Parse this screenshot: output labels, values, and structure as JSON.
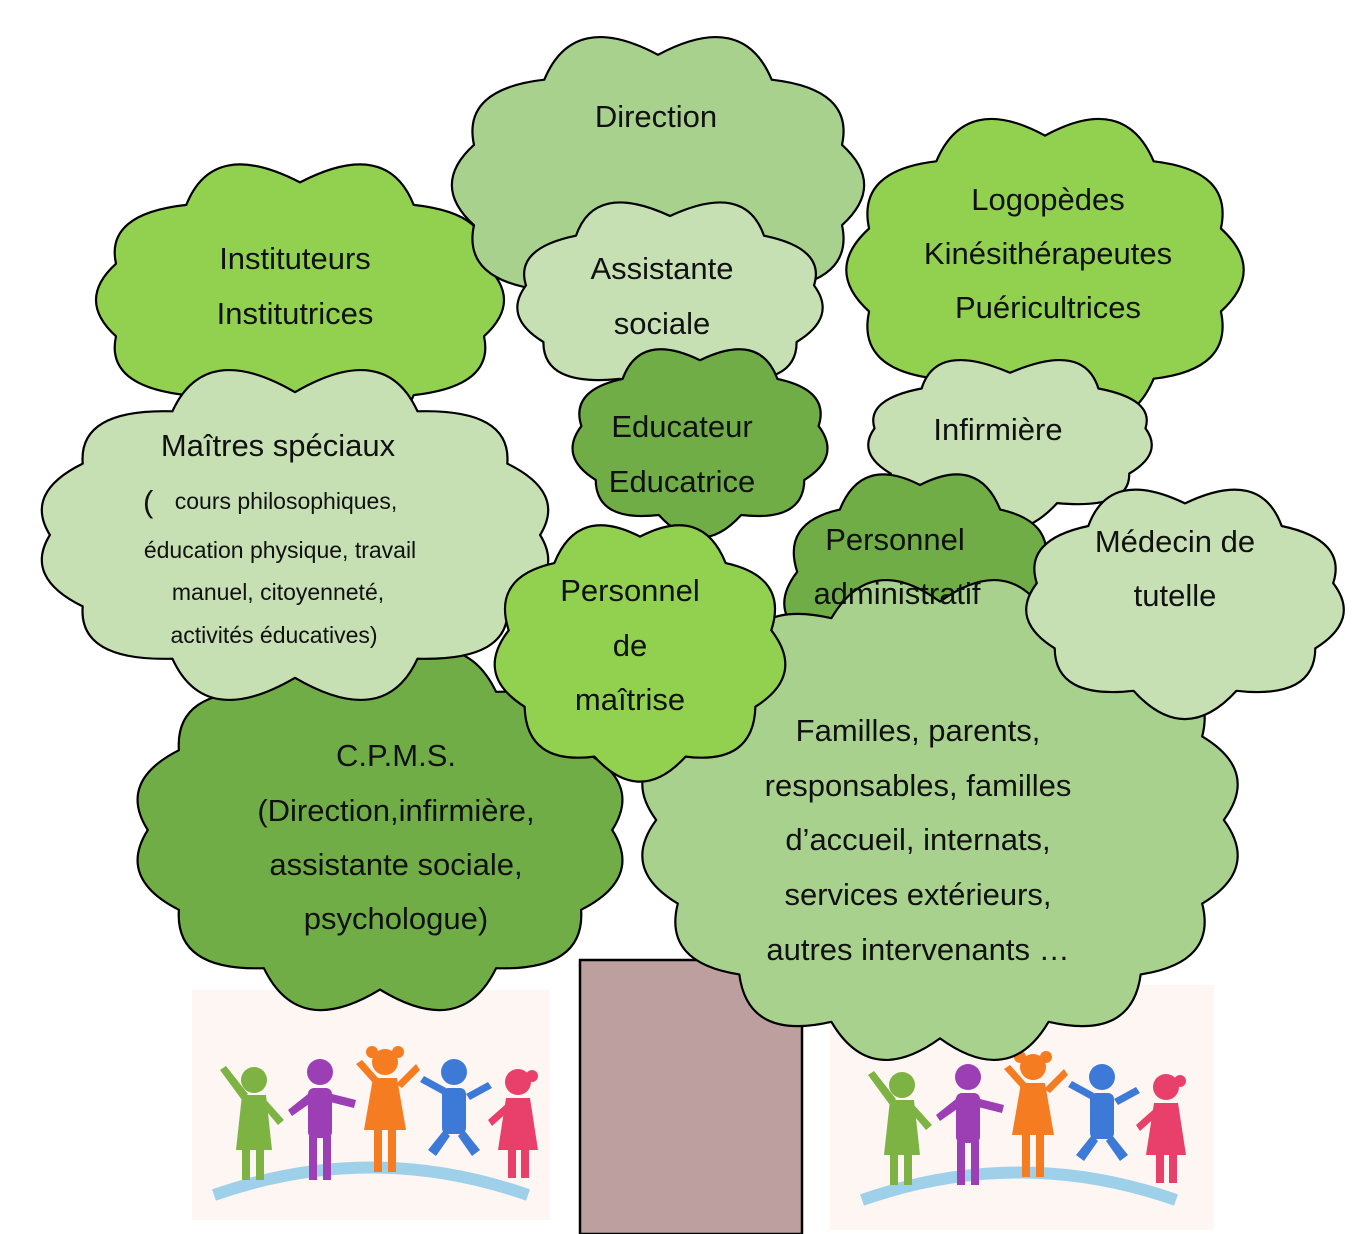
{
  "colors": {
    "light": "#c6e0b4",
    "medium": "#a9d18e",
    "bright": "#92d050",
    "dark": "#70ad47",
    "trunk": "#be9fa0",
    "outline": "#000000"
  },
  "clouds": {
    "direction": {
      "lines": [
        "Direction"
      ]
    },
    "instituteurs": {
      "lines": [
        "Instituteurs",
        "Institutrices"
      ]
    },
    "logopedes": {
      "lines": [
        "Logopèdes",
        "Kinésithérapeutes",
        "Puéricultrices"
      ]
    },
    "assistante": {
      "lines": [
        "Assistante",
        "sociale"
      ]
    },
    "educateur": {
      "lines": [
        "Educateur",
        "Educatrice"
      ]
    },
    "infirmiere": {
      "lines": [
        "Infirmière"
      ]
    },
    "maitres": {
      "title": "Maîtres spéciaux",
      "paren_open": "(",
      "lines": [
        "cours philosophiques,",
        "éducation physique, travail",
        "manuel, citoyenneté,",
        "activités éducatives)"
      ]
    },
    "personnel_admin": {
      "lines": [
        "Personnel",
        "administratif"
      ]
    },
    "medecin": {
      "lines": [
        "Médecin de",
        "tutelle"
      ]
    },
    "personnel_maitrise": {
      "lines": [
        "Personnel",
        "de",
        "maîtrise"
      ]
    },
    "cpms": {
      "lines": [
        "C.P.M.S.",
        "(Direction,infirmière,",
        "assistante sociale,",
        "psychologue)"
      ]
    },
    "familles": {
      "lines": [
        "Familles, parents,",
        "responsables, familles",
        "d’accueil, internats,",
        "services extérieurs,",
        "autres intervenants …"
      ]
    }
  },
  "illustrations": {
    "left": {
      "icon": "children-dancing-icon"
    },
    "right": {
      "icon": "children-dancing-icon"
    }
  }
}
